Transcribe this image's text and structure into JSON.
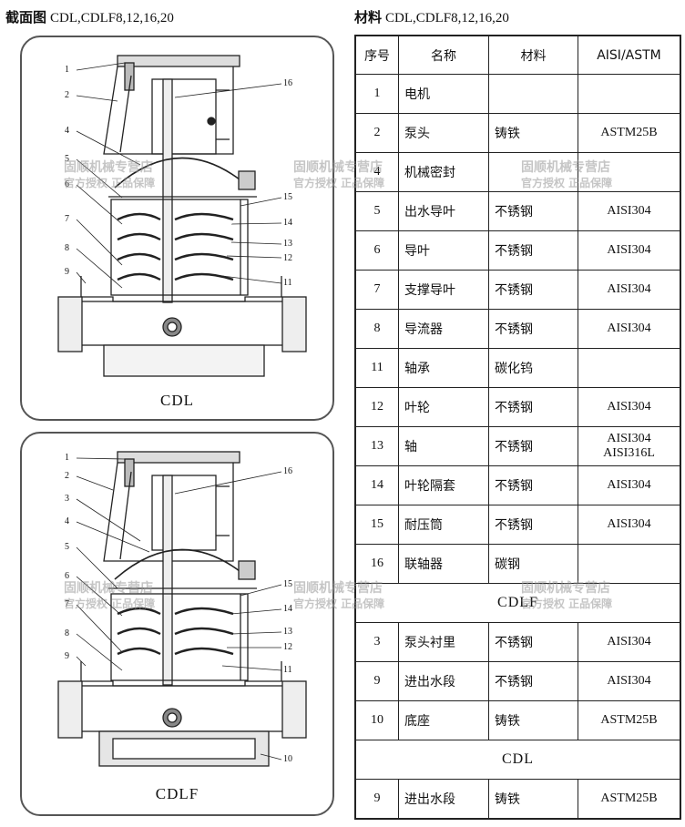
{
  "left_header": {
    "title_cn": "截面图",
    "models": "CDL,CDLF8,12,16,20"
  },
  "right_header": {
    "title_cn": "材料",
    "models": "CDL,CDLF8,12,16,20"
  },
  "panel_top": {
    "caption": "CDL",
    "callouts_left": [
      "1",
      "2",
      "4",
      "5",
      "6",
      "7",
      "8",
      "9"
    ],
    "callouts_right": [
      "16",
      "15",
      "14",
      "13",
      "12",
      "11"
    ]
  },
  "panel_bottom": {
    "caption": "CDLF",
    "callouts_left": [
      "1",
      "2",
      "3",
      "4",
      "5",
      "6",
      "7",
      "8",
      "9"
    ],
    "callouts_right": [
      "16",
      "15",
      "14",
      "13",
      "12",
      "11",
      "10"
    ]
  },
  "table": {
    "headers": [
      "序号",
      "名称",
      "材料",
      "AISI/ASTM"
    ],
    "rows": [
      {
        "no": "1",
        "name": "电机",
        "material": "",
        "std": ""
      },
      {
        "no": "2",
        "name": "泵头",
        "material": "铸铁",
        "std": "ASTM25B"
      },
      {
        "no": "4",
        "name": "机械密封",
        "material": "",
        "std": ""
      },
      {
        "no": "5",
        "name": "出水导叶",
        "material": "不锈钢",
        "std": "AISI304"
      },
      {
        "no": "6",
        "name": "导叶",
        "material": "不锈钢",
        "std": "AISI304"
      },
      {
        "no": "7",
        "name": "支撑导叶",
        "material": "不锈钢",
        "std": "AISI304"
      },
      {
        "no": "8",
        "name": "导流器",
        "material": "不锈钢",
        "std": "AISI304"
      },
      {
        "no": "11",
        "name": "轴承",
        "material": "碳化钨",
        "std": ""
      },
      {
        "no": "12",
        "name": "叶轮",
        "material": "不锈钢",
        "std": "AISI304"
      },
      {
        "no": "13",
        "name": "轴",
        "material": "不锈钢",
        "std": "AISI304",
        "std2": "AISI316L"
      },
      {
        "no": "14",
        "name": "叶轮隔套",
        "material": "不锈钢",
        "std": "AISI304"
      },
      {
        "no": "15",
        "name": "耐压筒",
        "material": "不锈钢",
        "std": "AISI304"
      },
      {
        "no": "16",
        "name": "联轴器",
        "material": "碳钢",
        "std": ""
      }
    ],
    "section_cdlf": "CDLF",
    "rows_cdlf": [
      {
        "no": "3",
        "name": "泵头衬里",
        "material": "不锈钢",
        "std": "AISI304"
      },
      {
        "no": "9",
        "name": "进出水段",
        "material": "不锈钢",
        "std": "AISI304"
      },
      {
        "no": "10",
        "name": "底座",
        "material": "铸铁",
        "std": "ASTM25B"
      }
    ],
    "section_cdl": "CDL",
    "rows_cdl": [
      {
        "no": "9",
        "name": "进出水段",
        "material": "铸铁",
        "std": "ASTM25B"
      }
    ]
  },
  "watermarks": [
    {
      "line1": "固顺机械专营店",
      "line2": "官方授权 正品保障"
    },
    {
      "line1": "固顺机械专营店",
      "line2": "官方授权 正品保障"
    },
    {
      "line1": "固顺机械专营店",
      "line2": "官方授权 正品保障"
    },
    {
      "line1": "固顺机械专营店",
      "line2": "官方授权 正品保障"
    },
    {
      "line1": "固顺机械专营店",
      "line2": "官方授权 正品保障"
    },
    {
      "line1": "固顺机械专营店",
      "line2": "官方授权 正品保障"
    }
  ]
}
